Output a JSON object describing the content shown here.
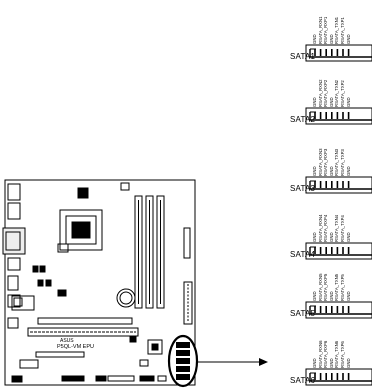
{
  "connectors": [
    {
      "label": "SATA1",
      "pins": [
        "GND",
        "RSATA_RXN1",
        "RSATA_RXP1",
        "GND",
        "RSATA_TXN1",
        "RSATA_TXP1",
        "GND"
      ]
    },
    {
      "label": "SATA2",
      "pins": [
        "GND",
        "RSATA_RXN2",
        "RSATA_RXP2",
        "GND",
        "RSATA_TXN2",
        "RSATA_TXP2",
        "GND"
      ]
    },
    {
      "label": "SATA3",
      "pins": [
        "GND",
        "RSATA_RXN3",
        "RSATA_RXP3",
        "GND",
        "RSATA_TXN3",
        "RSATA_TXP3",
        "GND"
      ]
    },
    {
      "label": "SATA4",
      "pins": [
        "GND",
        "RSATA_RXN4",
        "RSATA_RXP4",
        "GND",
        "RSATA_TXN4",
        "RSATA_TXP4",
        "GND"
      ]
    },
    {
      "label": "SATA5",
      "pins": [
        "GND",
        "RSATA_RXN5",
        "RSATA_RXP5",
        "GND",
        "RSATA_TXN5",
        "RSATA_TXP5",
        "GND"
      ]
    },
    {
      "label": "SATA6",
      "pins": [
        "GND",
        "RSATA_RXN6",
        "RSATA_RXP6",
        "GND",
        "RSATA_TXN6",
        "RSATA_TXP6",
        "GND"
      ]
    }
  ],
  "board": {
    "brand": "ASUS",
    "model": "P5QL-VM EPU"
  }
}
